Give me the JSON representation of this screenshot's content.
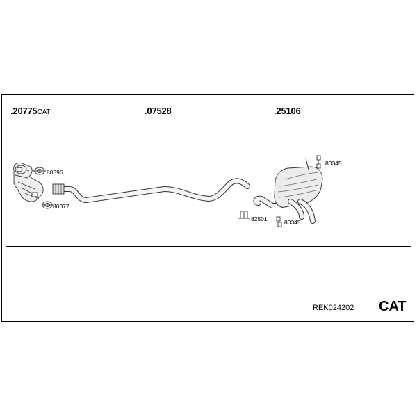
{
  "header_labels": {
    "part1_number": ".20775",
    "part1_suffix": "CAT",
    "part2_number": ".07528",
    "part3_number": ".25106"
  },
  "small_parts": {
    "clamp_80396": "80396",
    "flange_80377": "80377",
    "hanger_80345_top": "80345",
    "clamp_82501": "82501",
    "hanger_80345_bottom": "80345"
  },
  "footer": {
    "reference": "REK024202",
    "badge": "CAT"
  }
}
